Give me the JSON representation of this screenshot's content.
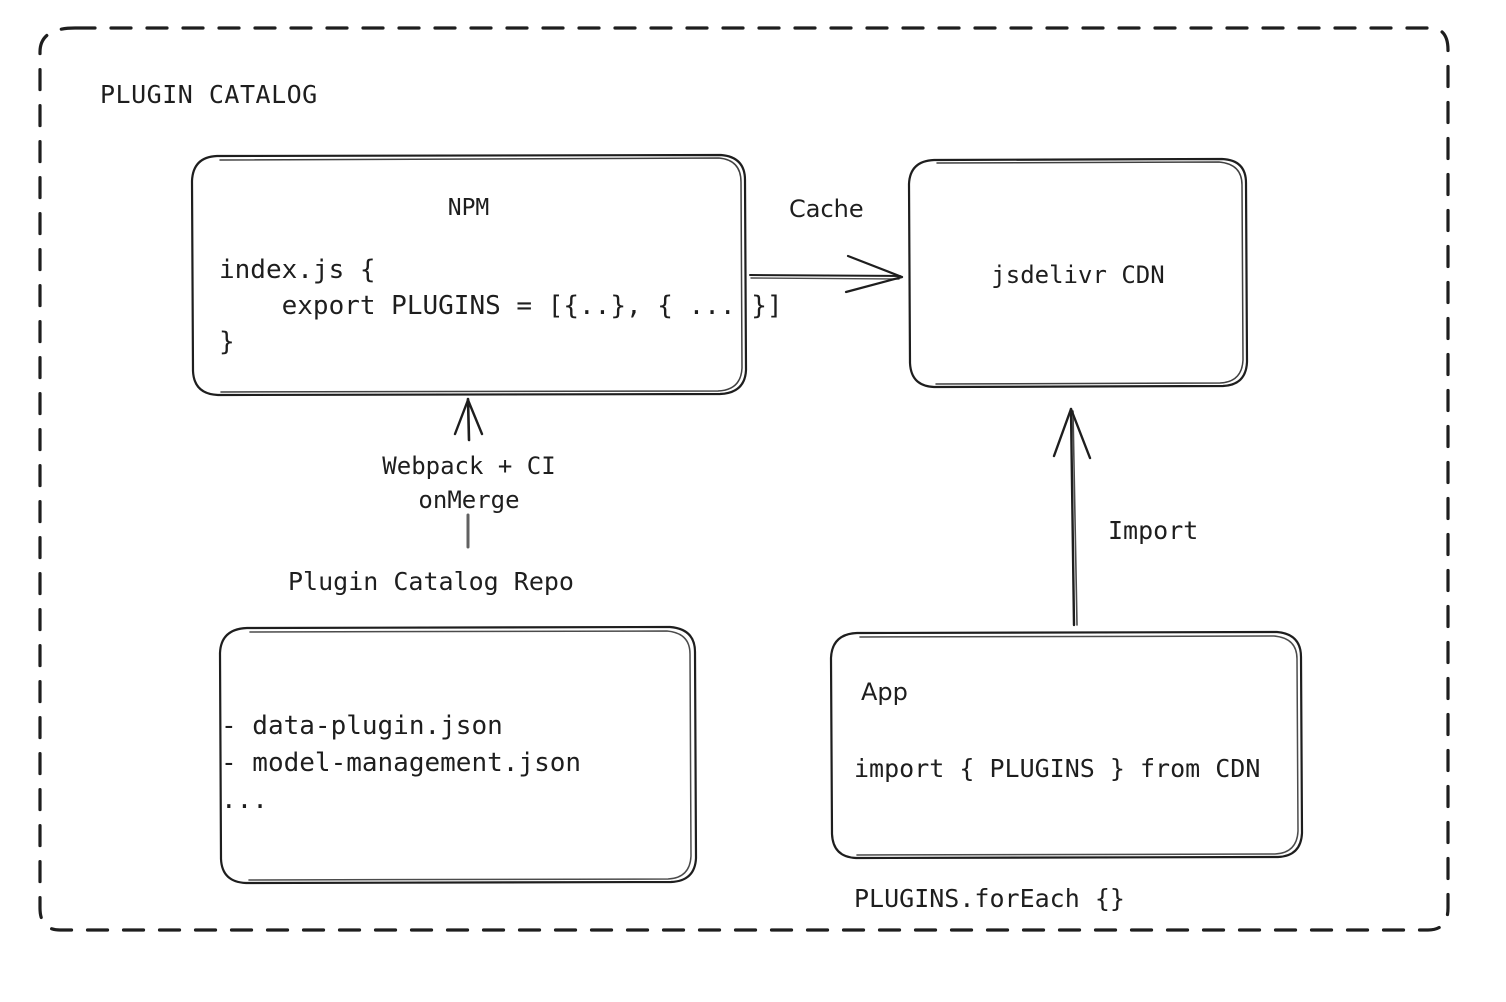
{
  "diagram": {
    "title": "PLUGIN CATALOG",
    "stroke_color": "#1e1e1e",
    "background_color": "#ffffff",
    "container": {
      "style": "dashed-rounded-rect"
    }
  },
  "nodes": {
    "npm": {
      "title": "NPM",
      "code": "index.js {\n    export PLUGINS = [{..}, { ... }]\n}"
    },
    "cdn": {
      "title": "jsdelivr CDN"
    },
    "repo": {
      "label": "Plugin Catalog Repo",
      "files": "- data-plugin.json\n- model-management.json\n..."
    },
    "app": {
      "title": "App",
      "code": "import { PLUGINS } from CDN\n\nPLUGINS.forEach {}"
    }
  },
  "edges": {
    "cache": {
      "label": "Cache",
      "from": "npm",
      "to": "cdn"
    },
    "build": {
      "label": "Webpack + CI\nonMerge",
      "from": "repo",
      "to": "npm"
    },
    "import": {
      "label": "Import",
      "from": "app",
      "to": "cdn"
    }
  }
}
